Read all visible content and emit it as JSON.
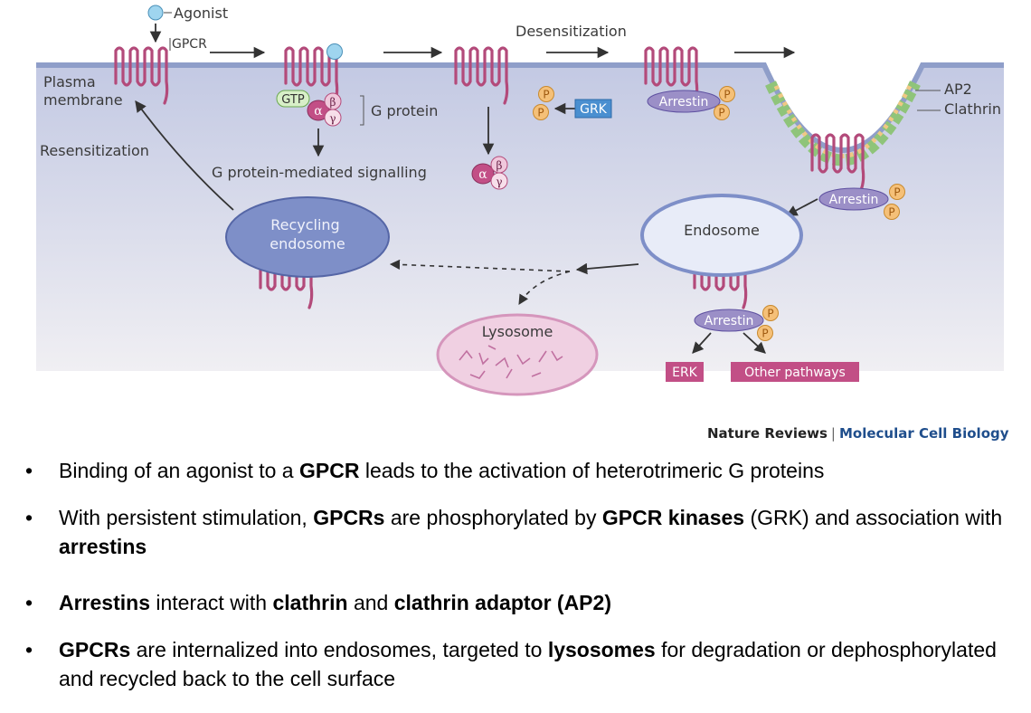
{
  "diagram": {
    "agonist": "Agonist",
    "gpcr": "GPCR",
    "plasma_membrane": [
      "Plasma",
      "membrane"
    ],
    "gtp": "GTP",
    "alpha": "α",
    "beta": "β",
    "gamma": "γ",
    "g_protein": "G protein",
    "g_protein_signalling": "G protein-mediated signalling",
    "resensitization": "Resensitization",
    "desensitization": "Desensitization",
    "grk": "GRK",
    "p": "P",
    "arrestin": "Arrestin",
    "ap2": "AP2",
    "clathrin": "Clathrin",
    "recycling_endosome": [
      "Recycling",
      "endosome"
    ],
    "endosome": "Endosome",
    "lysosome": "Lysosome",
    "erk": "ERK",
    "other_pathways": "Other pathways",
    "colors": {
      "membrane": "#8f9ec9",
      "receptor": "#b34a7a",
      "arrestin": "#9b8fc7",
      "grk": "#4a8fd0",
      "phosphate": "#f0b060",
      "endosome": "#7e8fc8",
      "lysosome": "#e8b8d4",
      "clathrin": "#8fc47a"
    }
  },
  "credit": {
    "journal": "Nature Reviews",
    "separator": "|",
    "section": "Molecular Cell Biology"
  },
  "bullets": [
    {
      "t1": "Binding of an agonist to a ",
      "b1": "GPCR",
      "t2": " leads to the activation of heterotrimeric G proteins"
    },
    {
      "t1": "With persistent stimulation, ",
      "b1": "GPCRs",
      "t2": " are phosphorylated by ",
      "b2": "GPCR kinases",
      "t3": " (GRK) and association with ",
      "b3": "arrestins"
    },
    {
      "b1": "Arrestins",
      "t1": " interact with ",
      "b2": "clathrin",
      "t2": " and ",
      "b3": "clathrin adaptor (AP2)"
    },
    {
      "b1": "GPCRs",
      "t1": " are internalized into endosomes, targeted to ",
      "b2": "lysosomes",
      "t2": " for degradation or dephosphorylated and recycled back to the cell surface"
    }
  ]
}
